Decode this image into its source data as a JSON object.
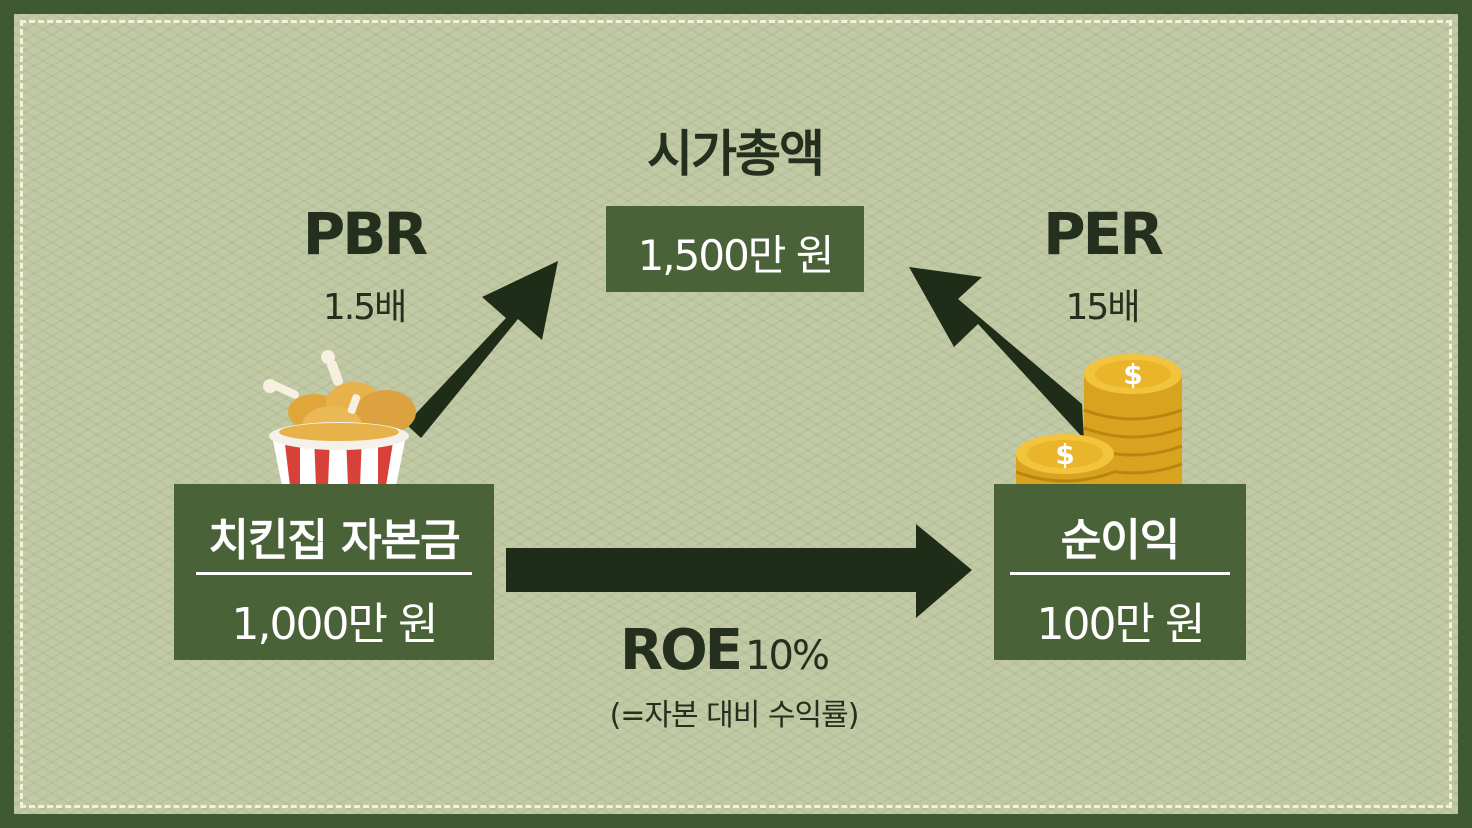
{
  "market_cap": {
    "title": "시가총액",
    "value": "1,500만 원"
  },
  "pbr": {
    "name": "PBR",
    "value": "1.5배"
  },
  "per": {
    "name": "PER",
    "value": "15배"
  },
  "capital": {
    "title": "치킨집 자본금",
    "value": "1,000만 원"
  },
  "net_profit": {
    "title": "순이익",
    "value": "100만 원"
  },
  "roe": {
    "name": "ROE",
    "value": "10%",
    "description": "(=자본 대비 수익률)"
  },
  "icons": {
    "capital": "fried-chicken-bucket-icon",
    "profit": "gold-coin-stack-icon",
    "coin_symbol": "$"
  },
  "colors": {
    "border": "#3f5a33",
    "background": "#c1c9a5",
    "box": "#4a6238",
    "arrow": "#1f2c18",
    "text": "#24301d"
  }
}
